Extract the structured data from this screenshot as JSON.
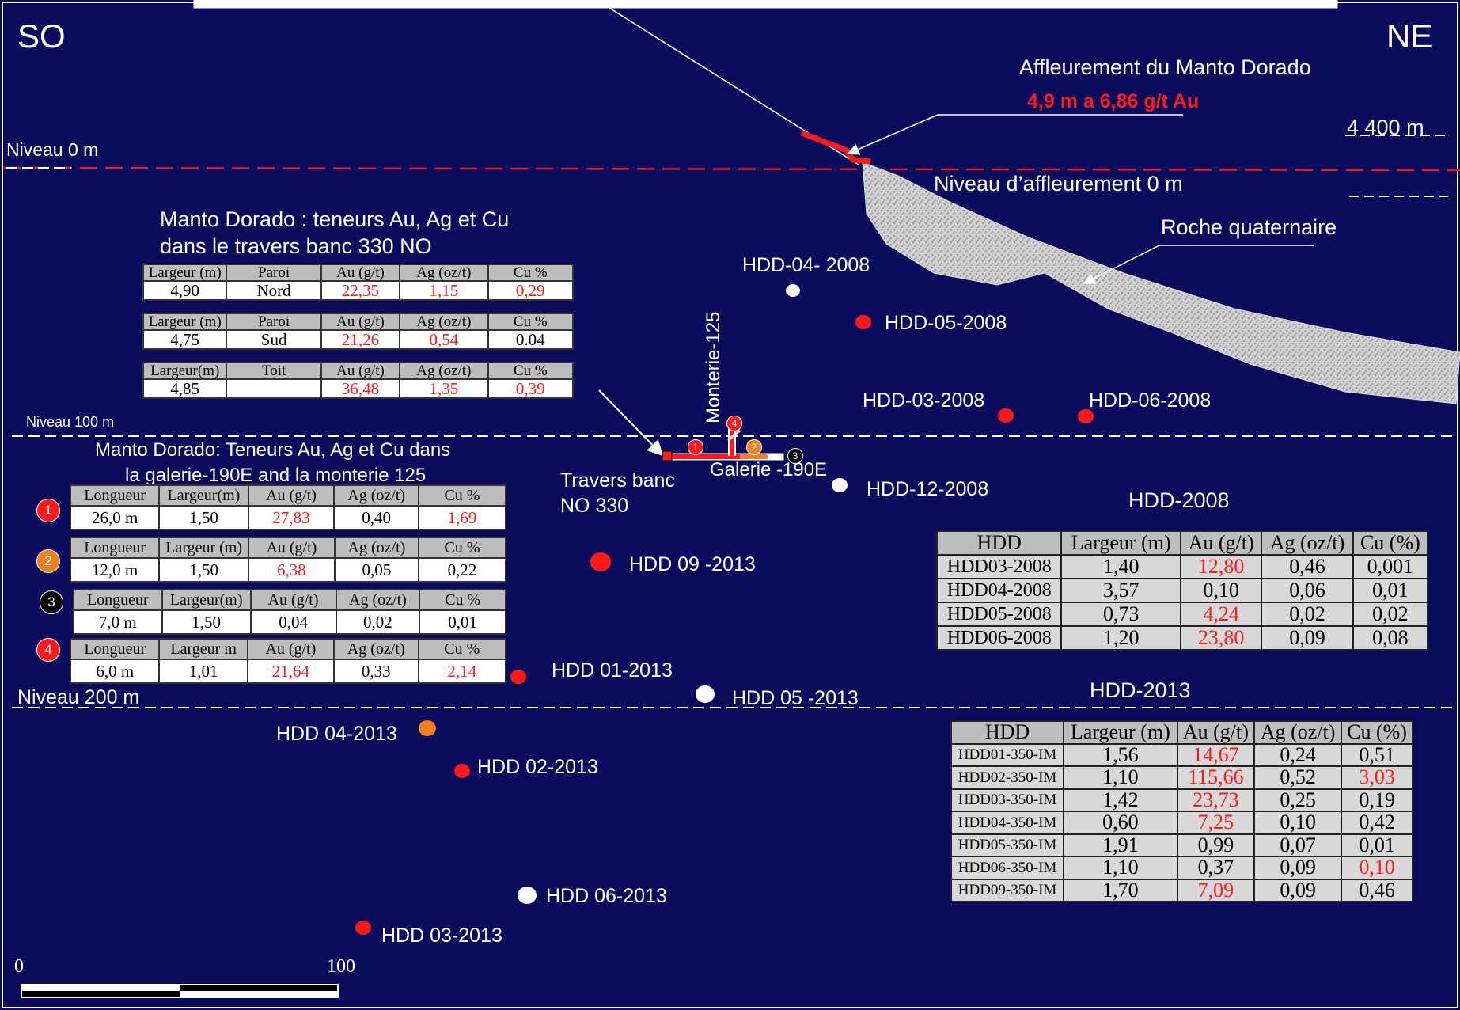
{
  "colors": {
    "background": "#0b0b5e",
    "red": "#ff1a1a",
    "orange": "#f08020",
    "white": "#ffffff",
    "black": "#000000",
    "table_header": "#bdbdbd",
    "table_value": "#ffffff",
    "hdd_value": "#d8d8d8"
  },
  "orientation": {
    "left": "SO",
    "right": "NE"
  },
  "outcrop": {
    "title": "Affleurement  du Manto Dorado",
    "result": "4,9 m a 6,86 g/t Au"
  },
  "elevation": "4 400 m",
  "levels": {
    "l0": "Niveau  0  m",
    "outcrop_level": "Niveau d’affleurement  0 m",
    "l100": "Niveau 100 m",
    "l200": "Niveau 200 m"
  },
  "rock_label": "Roche quaternaire",
  "workings": {
    "monterie": "Monterie-125",
    "galerie": "Galerie -190E",
    "travers": [
      "Travers banc",
      "NO 330"
    ]
  },
  "travers_block": {
    "title": [
      "Manto Dorado : teneurs  Au, Ag et Cu",
      "dans le travers banc 330 NO"
    ],
    "tables": [
      {
        "headers": [
          "Largeur (m)",
          "Paroi",
          "Au (g/t)",
          "Ag (oz/t)",
          "Cu %"
        ],
        "values": [
          "4,90",
          "Nord",
          "22,35",
          "1,15",
          "0,29"
        ],
        "red": [
          2,
          3,
          4
        ]
      },
      {
        "headers": [
          "Largeur (m)",
          "Paroi",
          "Au (g/t)",
          "Ag (oz/t)",
          "Cu %"
        ],
        "values": [
          "4,75",
          "Sud",
          "21,26",
          "0,54",
          "0.04"
        ],
        "red": [
          2,
          3
        ]
      },
      {
        "headers": [
          "Largeur(m)",
          "Toit",
          "Au (g/t)",
          "Ag (oz/t)",
          "Cu %"
        ],
        "values": [
          "4,85",
          "",
          "36,48",
          "1,35",
          "0,39"
        ],
        "red": [
          2,
          3,
          4
        ]
      }
    ]
  },
  "galerie_block": {
    "title": [
      "Manto Dorado: Teneurs Au, Ag et Cu dans",
      "la galerie-190E and la monterie 125"
    ],
    "tables": [
      {
        "badge": "1",
        "badge_color": "red",
        "headers": [
          "Longueur",
          "Largeur(m)",
          "Au (g/t)",
          "Ag (oz/t)",
          "Cu %"
        ],
        "values": [
          "26,0 m",
          "1,50",
          "27,83",
          "0,40",
          "1,69"
        ],
        "red": [
          2,
          4
        ]
      },
      {
        "badge": "2",
        "badge_color": "orange",
        "headers": [
          "Longueur",
          "Largeur (m)",
          "Au (g/t)",
          "Ag (oz/t)",
          "Cu %"
        ],
        "values": [
          "12,0 m",
          "1,50",
          "6,38",
          "0,05",
          "0,22"
        ],
        "red": [
          2
        ]
      },
      {
        "badge": "3",
        "badge_color": "black",
        "headers": [
          "Longueur",
          "Largeur(m)",
          "Au (g/t)",
          "Ag (oz/t)",
          "Cu %"
        ],
        "values": [
          "7,0 m",
          "1,50",
          "0,04",
          "0,02",
          "0,01"
        ],
        "red": []
      },
      {
        "badge": "4",
        "badge_color": "red",
        "headers": [
          "Longueur",
          "Largeur m",
          "Au (g/t)",
          "Ag (oz/t)",
          "Cu %"
        ],
        "values": [
          "6,0 m",
          "1,01",
          "21,64",
          "0,33",
          "2,14"
        ],
        "red": [
          2,
          4
        ]
      }
    ]
  },
  "hdd2008": {
    "title": "HDD-2008",
    "headers": [
      "HDD",
      "Largeur (m)",
      "Au (g/t)",
      "Ag (oz/t)",
      "Cu (%)"
    ],
    "rows": [
      {
        "values": [
          "HDD03-2008",
          "1,40",
          "12,80",
          "0,46",
          "0,001"
        ],
        "red": [
          2
        ]
      },
      {
        "values": [
          "HDD04-2008",
          "3,57",
          "0,10",
          "0,06",
          "0,01"
        ],
        "red": []
      },
      {
        "values": [
          "HDD05-2008",
          "0,73",
          "4,24",
          "0,02",
          "0,02"
        ],
        "red": [
          2
        ]
      },
      {
        "values": [
          "HDD06-2008",
          "1,20",
          "23,80",
          "0,09",
          "0,08"
        ],
        "red": [
          2
        ]
      }
    ]
  },
  "hdd2013": {
    "title": "HDD-2013",
    "headers": [
      "HDD",
      "Largeur (m)",
      "Au (g/t)",
      "Ag (oz/t)",
      "Cu (%)"
    ],
    "rows": [
      {
        "values": [
          "HDD01-350-IM",
          "1,56",
          "14,67",
          "0,24",
          "0,51"
        ],
        "red": [
          2
        ]
      },
      {
        "values": [
          "HDD02-350-IM",
          "1,10",
          "115,66",
          "0,52",
          "3,03"
        ],
        "red": [
          2,
          4
        ]
      },
      {
        "values": [
          "HDD03-350-IM",
          "1,42",
          "23,73",
          "0,25",
          "0,19"
        ],
        "red": [
          2
        ]
      },
      {
        "values": [
          "HDD04-350-IM",
          "0,60",
          "7,25",
          "0,10",
          "0,42"
        ],
        "red": [
          2
        ]
      },
      {
        "values": [
          "HDD05-350-IM",
          "1,91",
          "0,99",
          "0,07",
          "0,01"
        ],
        "red": []
      },
      {
        "values": [
          "HDD06-350-IM",
          "1,10",
          "0,37",
          "0,09",
          "0,10"
        ],
        "red": [
          4
        ]
      },
      {
        "values": [
          "HDD09-350-IM",
          "1,70",
          "7,09",
          "0,09",
          "0,46"
        ],
        "red": [
          2
        ]
      }
    ]
  },
  "drillholes": [
    {
      "label": "HDD-04- 2008",
      "color": "white"
    },
    {
      "label": "HDD-05-2008",
      "color": "red"
    },
    {
      "label": "HDD-03-2008",
      "color": "red"
    },
    {
      "label": "HDD-06-2008",
      "color": "red"
    },
    {
      "label": "HDD-12-2008",
      "color": "white"
    },
    {
      "label": "HDD 09 -2013",
      "color": "red"
    },
    {
      "label": "HDD 01-2013",
      "color": "red"
    },
    {
      "label": "HDD 05 -2013",
      "color": "white"
    },
    {
      "label": "HDD 04-2013",
      "color": "orange"
    },
    {
      "label": "HDD 02-2013",
      "color": "red"
    },
    {
      "label": "HDD 06-2013",
      "color": "white"
    },
    {
      "label": "HDD 03-2013",
      "color": "red"
    }
  ],
  "scale": {
    "start": "0",
    "end": "100"
  }
}
